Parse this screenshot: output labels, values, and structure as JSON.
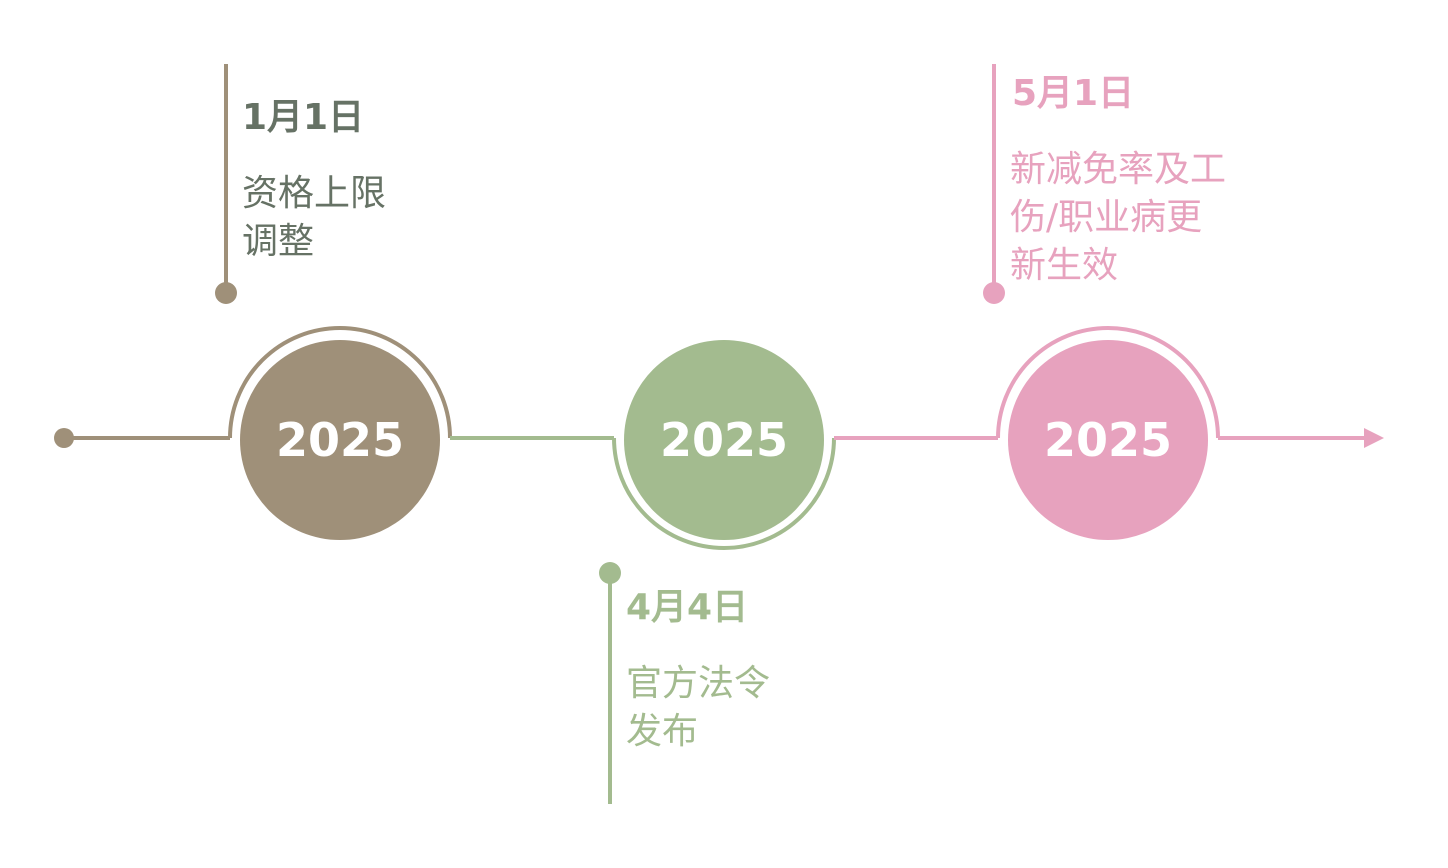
{
  "colors": {
    "brown": "#9f9079",
    "green": "#a3bb8f",
    "pink": "#e7a2be",
    "dark_text": "#667265"
  },
  "events": [
    {
      "date": "1月1日",
      "desc_line1": "资格上限",
      "desc_line2": "调整",
      "year": "2025"
    },
    {
      "date": "4月4日",
      "desc_line1": "官方法令",
      "desc_line2": "发布",
      "year": "2025"
    },
    {
      "date": "5月1日",
      "desc_line1": "新减免率及工",
      "desc_line2": "伤/职业病更",
      "desc_line3": "新生效",
      "year": "2025"
    }
  ]
}
